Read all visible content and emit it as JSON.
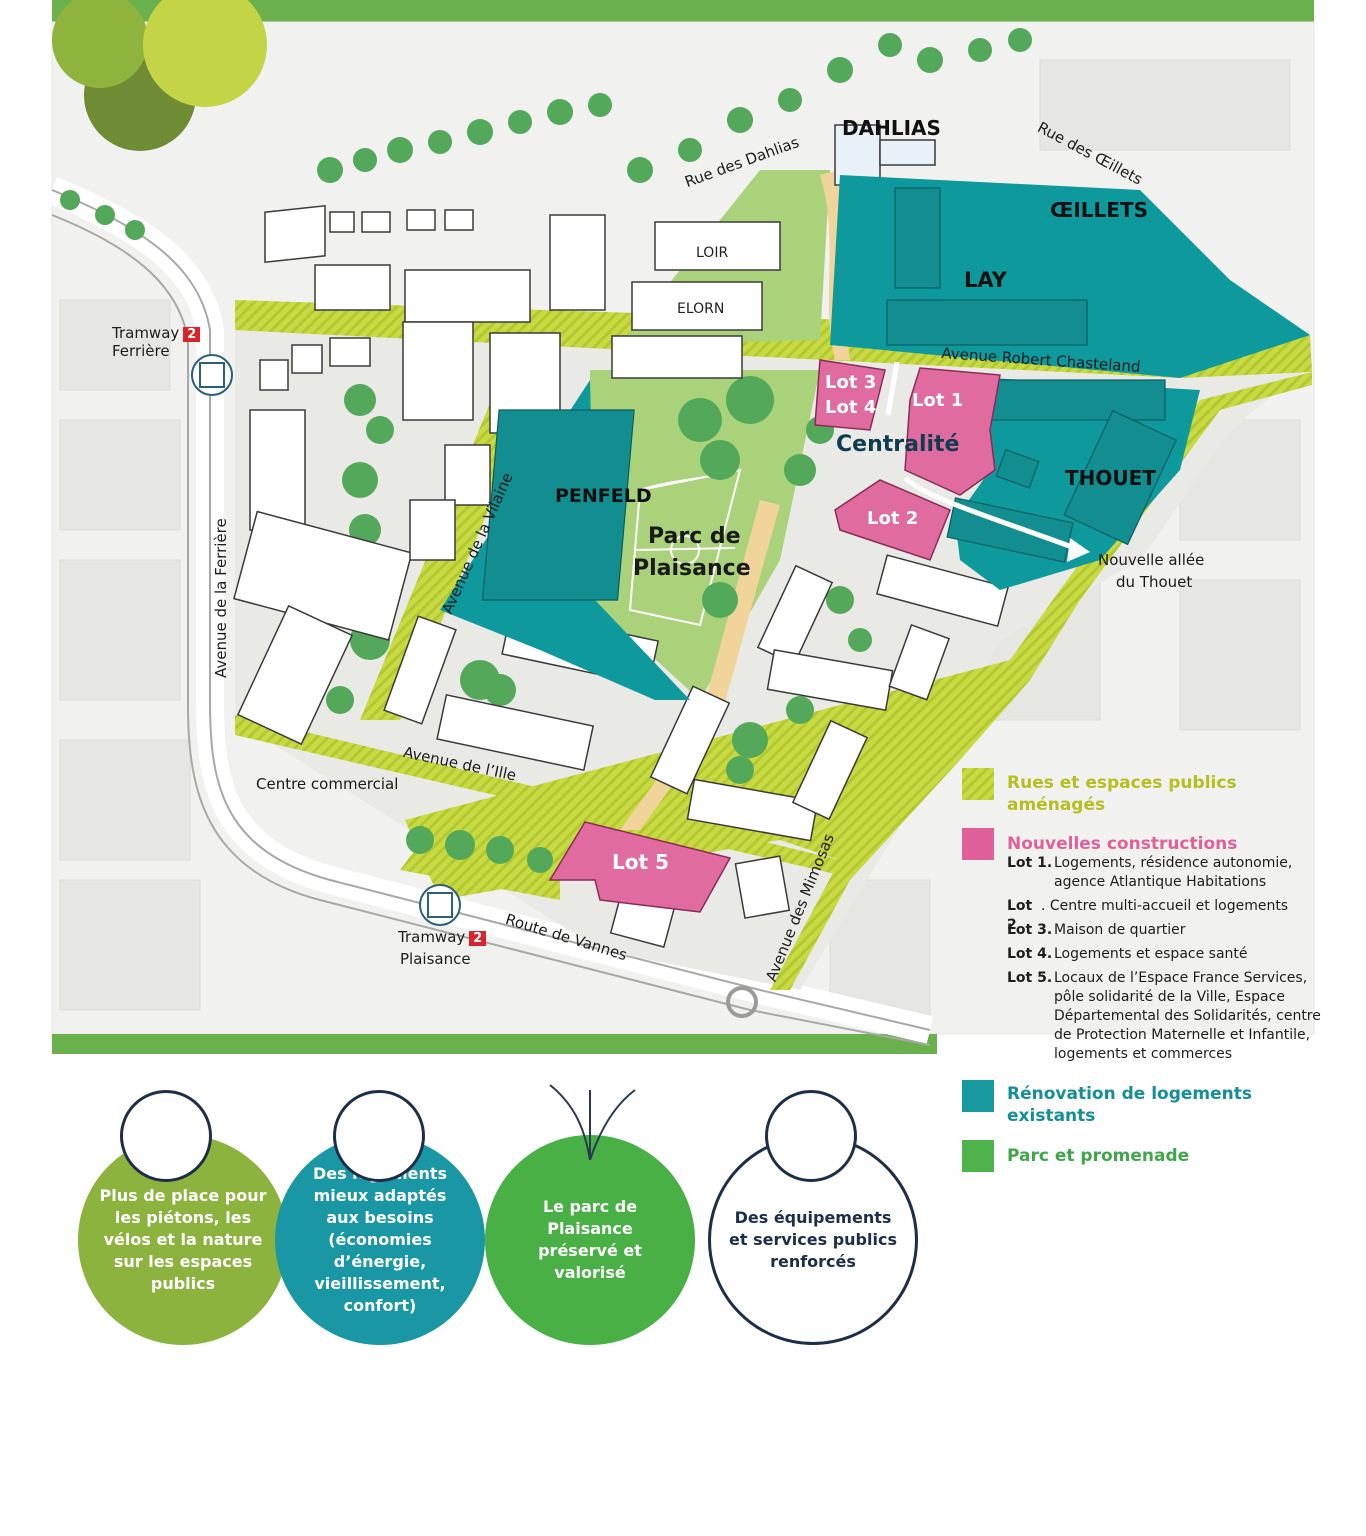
{
  "districts": {
    "dahlias": "DAHLIAS",
    "oeillets": "ŒILLETS",
    "lay": "LAY",
    "thouet": "THOUET",
    "penfeld": "PENFELD",
    "loir": "LOIR",
    "elorn": "ELORN"
  },
  "places": {
    "parc_line1": "Parc de",
    "parc_line2": "Plaisance",
    "centralite": "Centralité",
    "centre_commercial": "Centre commercial",
    "allee_line1": "Nouvelle allée",
    "allee_line2": "du Thouet"
  },
  "streets": {
    "dahlias": "Rue des Dahlias",
    "oeillets": "Rue des Œillets",
    "chasteland": "Avenue Robert Chasteland",
    "vilaine": "Avenue de la Vilaine",
    "ferriere": "Avenue de la Ferrière",
    "ille": "Avenue de l’Ille",
    "vannes": "Route de Vannes",
    "mimosas": "Avenue des Mimosas"
  },
  "lots": {
    "lot1": "Lot 1",
    "lot2": "Lot 2",
    "lot3": "Lot 3",
    "lot4": "Lot 4",
    "lot5": "Lot 5"
  },
  "tram": {
    "ferriere": {
      "title": "Tramway",
      "line": "2",
      "stop": "Ferrière"
    },
    "plaisance": {
      "title": "Tramway",
      "line": "2",
      "stop": "Plaisance"
    }
  },
  "legend": {
    "rues": {
      "line1": "Rues et espaces publics",
      "line2": "aménagés",
      "color": "#c3cf2f"
    },
    "nouvelles": {
      "title": "Nouvelles constructions",
      "color": "#e0619a"
    },
    "lots": [
      {
        "num": "Lot 1.",
        "desc": "Logements, résidence autonomie, agence Atlantique Habitations"
      },
      {
        "num": "Lot 2",
        "desc": ". Centre multi-accueil et logements"
      },
      {
        "num": "Lot 3.",
        "desc": "Maison de quartier"
      },
      {
        "num": "Lot 4.",
        "desc": "Logements et espace santé"
      },
      {
        "num": "Lot 5.",
        "desc": "Locaux de l’Espace France Services, pôle solidarité de la Ville, Espace Départemental des Solidarités, centre de Protection Maternelle et Infantile, logements et commerces"
      }
    ],
    "renovation": {
      "line1": "Rénovation de logements",
      "line2": "existants",
      "color": "#17999f"
    },
    "parc": {
      "title": "Parc et promenade",
      "color": "#4db34a"
    }
  },
  "circles": [
    {
      "text": "Plus de place pour les piétons, les vélos et la nature sur les espaces publics",
      "color": "#8db33f"
    },
    {
      "text": "Des logements mieux adaptés aux besoins (économies d’énergie, vieillissement, confort)",
      "color": "#1a97a4"
    },
    {
      "text": "Le parc de Plaisance préservé et valorisé",
      "color": "#49b045"
    },
    {
      "text": "Des équipements et services publics renforcés",
      "color": "#ffffff",
      "text_color": "#1e2d4a"
    }
  ],
  "colors": {
    "top_bar": "#6ab04c",
    "park": "#a9d27a",
    "teal": "#0e9a9c",
    "pink": "#e06b9f",
    "street_green": "#c6d93a"
  }
}
